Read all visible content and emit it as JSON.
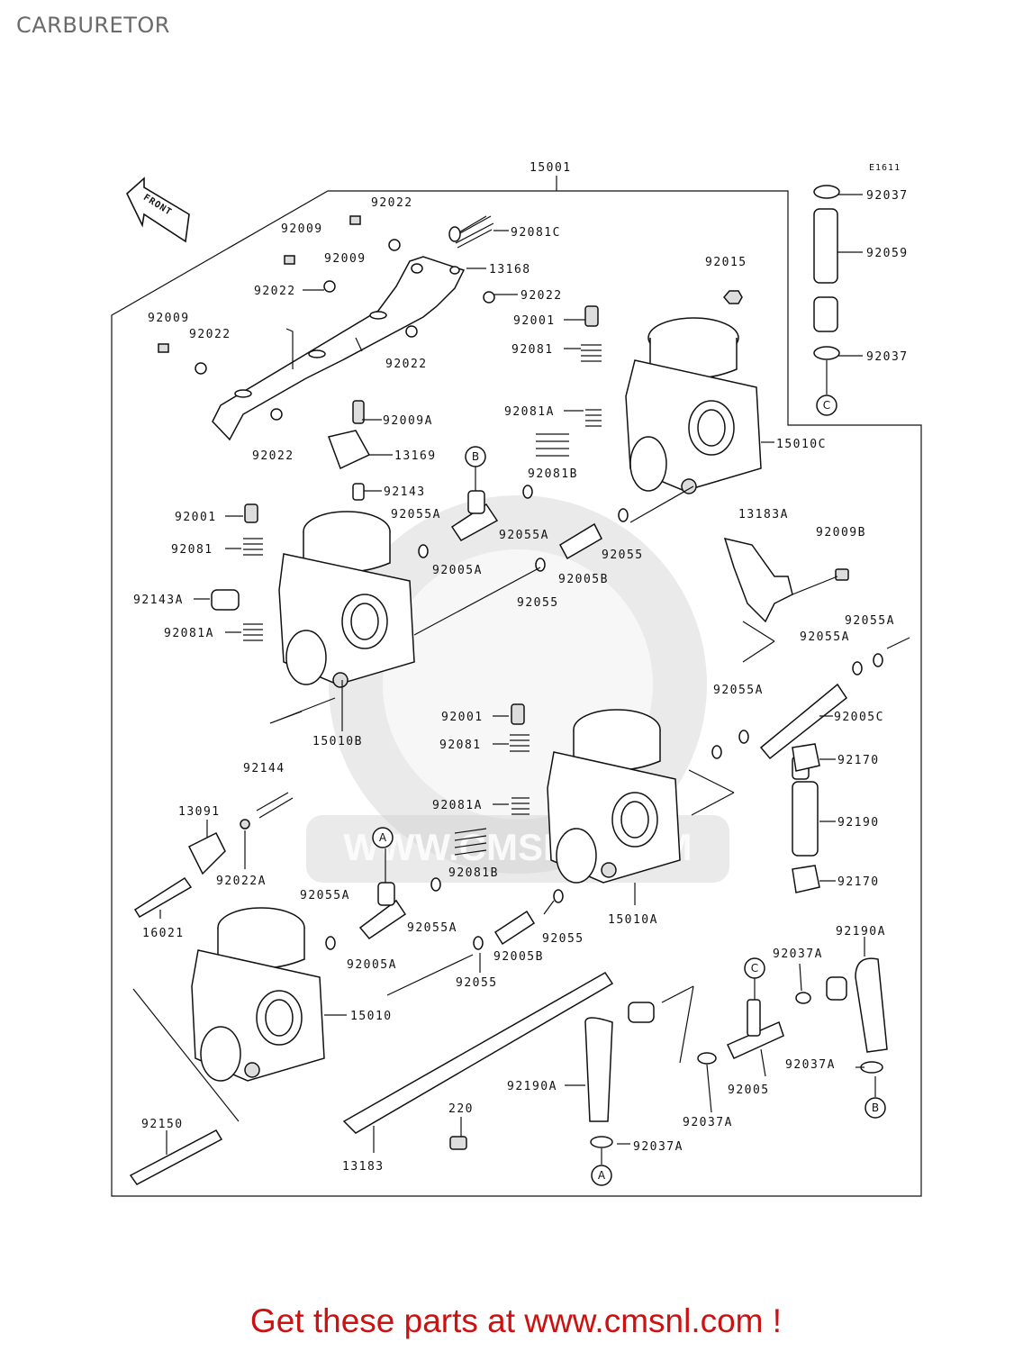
{
  "page": {
    "title": "CARBURETOR",
    "drawing_code": "E1611",
    "front_arrow": "FRONT",
    "watermark": "WWW.CMSNL.COM",
    "cta": "Get these parts at www.cmsnl.com !"
  },
  "callouts": {
    "A": "A",
    "B": "B",
    "C": "C"
  },
  "parts": [
    "15001",
    "92037",
    "92059",
    "92037",
    "92022",
    "92081C",
    "92009",
    "92009",
    "13168",
    "92022",
    "92022",
    "92015",
    "92009",
    "92022",
    "92001",
    "92081",
    "92022",
    "92022",
    "15010C",
    "92009A",
    "92081A",
    "13169",
    "92081B",
    "92143",
    "92001",
    "92055A",
    "92055A",
    "92005B",
    "92081",
    "92005A",
    "92055",
    "13183A",
    "92009B",
    "92143A",
    "92055",
    "92081A",
    "92055A",
    "92055A",
    "15010B",
    "92055A",
    "92001",
    "92005C",
    "92081",
    "92170",
    "92144",
    "13091",
    "92081A",
    "92190",
    "92022A",
    "92081B",
    "92170",
    "92055A",
    "16021",
    "92055A",
    "92055",
    "15010A",
    "92005A",
    "92005B",
    "92190A",
    "92055",
    "92037A",
    "15010",
    "92190A",
    "92005",
    "92037A",
    "92150",
    "220",
    "92037A",
    "13183",
    "92037A"
  ]
}
